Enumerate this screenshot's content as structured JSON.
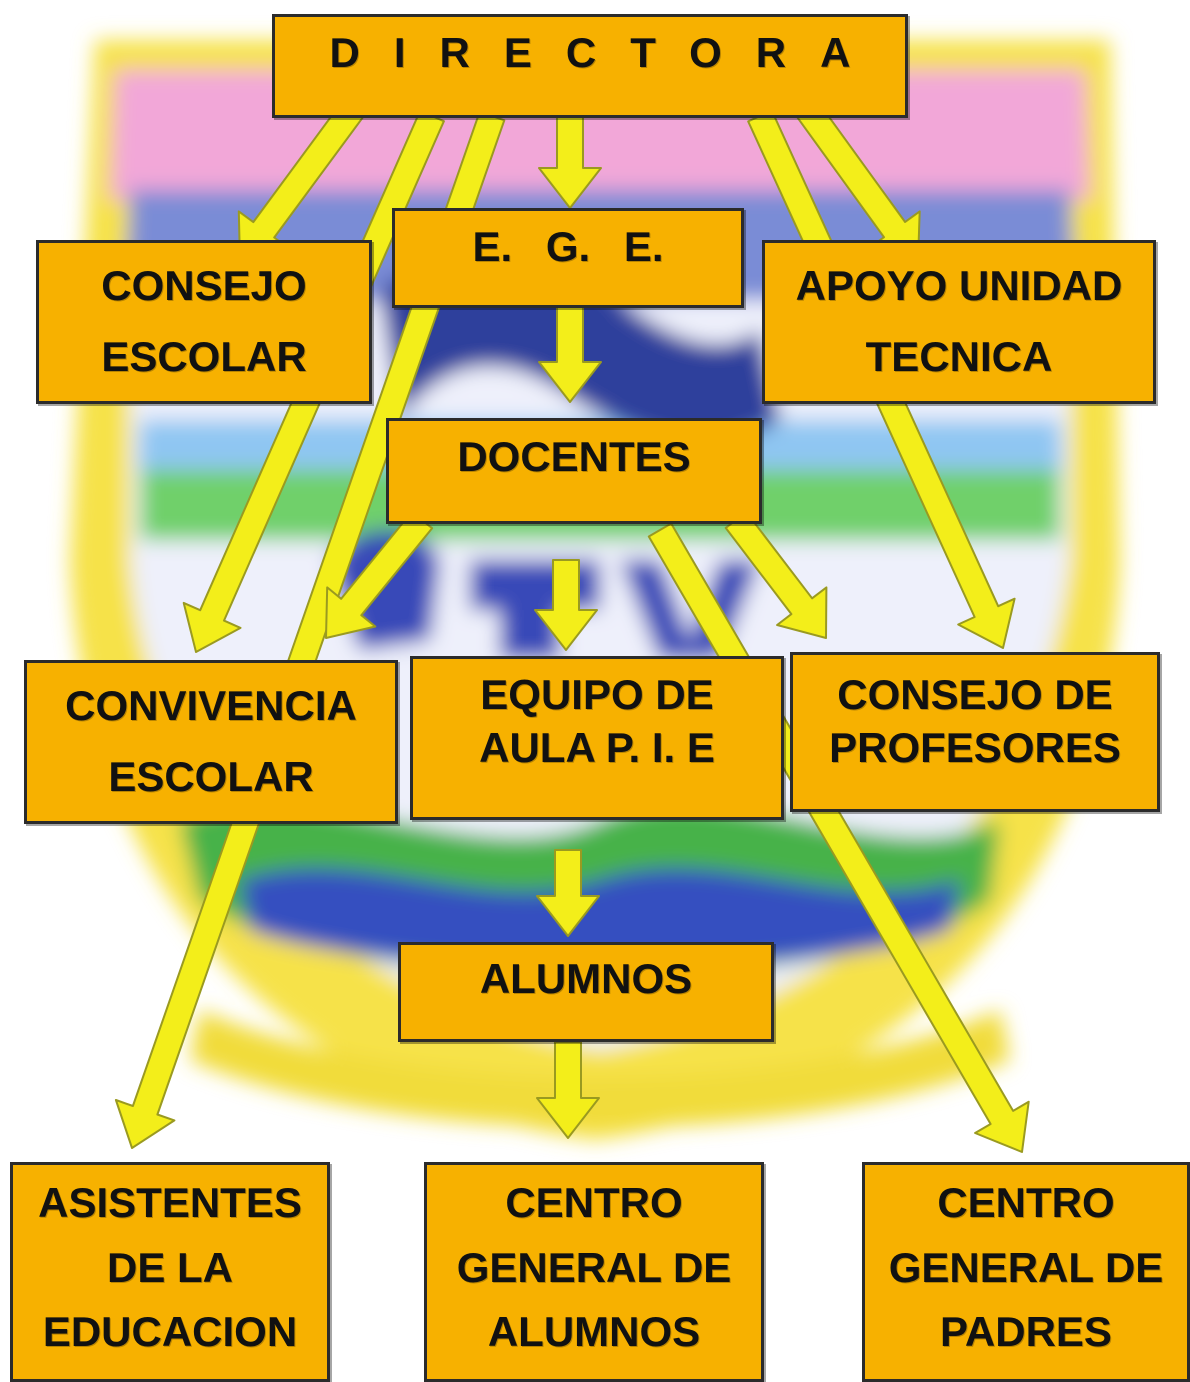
{
  "colors": {
    "box_fill": "#f7b100",
    "box_border": "#2b2b2b",
    "arrow_fill": "#f3ee1a",
    "arrow_outline": "#9a9a20",
    "emblem_yellow": "#f6e24a",
    "emblem_blue": "#2f3f9c",
    "emblem_pink": "#f2a7d8",
    "emblem_green": "#58c85a",
    "emblem_sky": "#7fb8f0"
  },
  "boxes": {
    "directora": {
      "lines": [
        "DIRECTORA"
      ]
    },
    "ege": {
      "lines": [
        "E. G. E."
      ]
    },
    "consejo_escolar": {
      "lines": [
        "CONSEJO",
        "ESCOLAR"
      ]
    },
    "apoyo": {
      "lines": [
        "APOYO UNIDAD",
        "TECNICA"
      ]
    },
    "docentes": {
      "lines": [
        "DOCENTES"
      ]
    },
    "convivencia": {
      "lines": [
        "CONVIVENCIA",
        "ESCOLAR"
      ]
    },
    "equipo": {
      "lines": [
        "EQUIPO DE",
        "AULA P. I. E"
      ]
    },
    "profesores": {
      "lines": [
        "CONSEJO DE",
        "PROFESORES"
      ]
    },
    "alumnos": {
      "lines": [
        "ALUMNOS"
      ]
    },
    "asistentes": {
      "lines": [
        "ASISTENTES",
        "DE LA",
        "EDUCACION"
      ]
    },
    "centro_alumnos": {
      "lines": [
        "CENTRO",
        "GENERAL DE",
        "ALUMNOS"
      ]
    },
    "centro_padres": {
      "lines": [
        "CENTRO",
        "GENERAL DE",
        "PADRES"
      ]
    }
  }
}
